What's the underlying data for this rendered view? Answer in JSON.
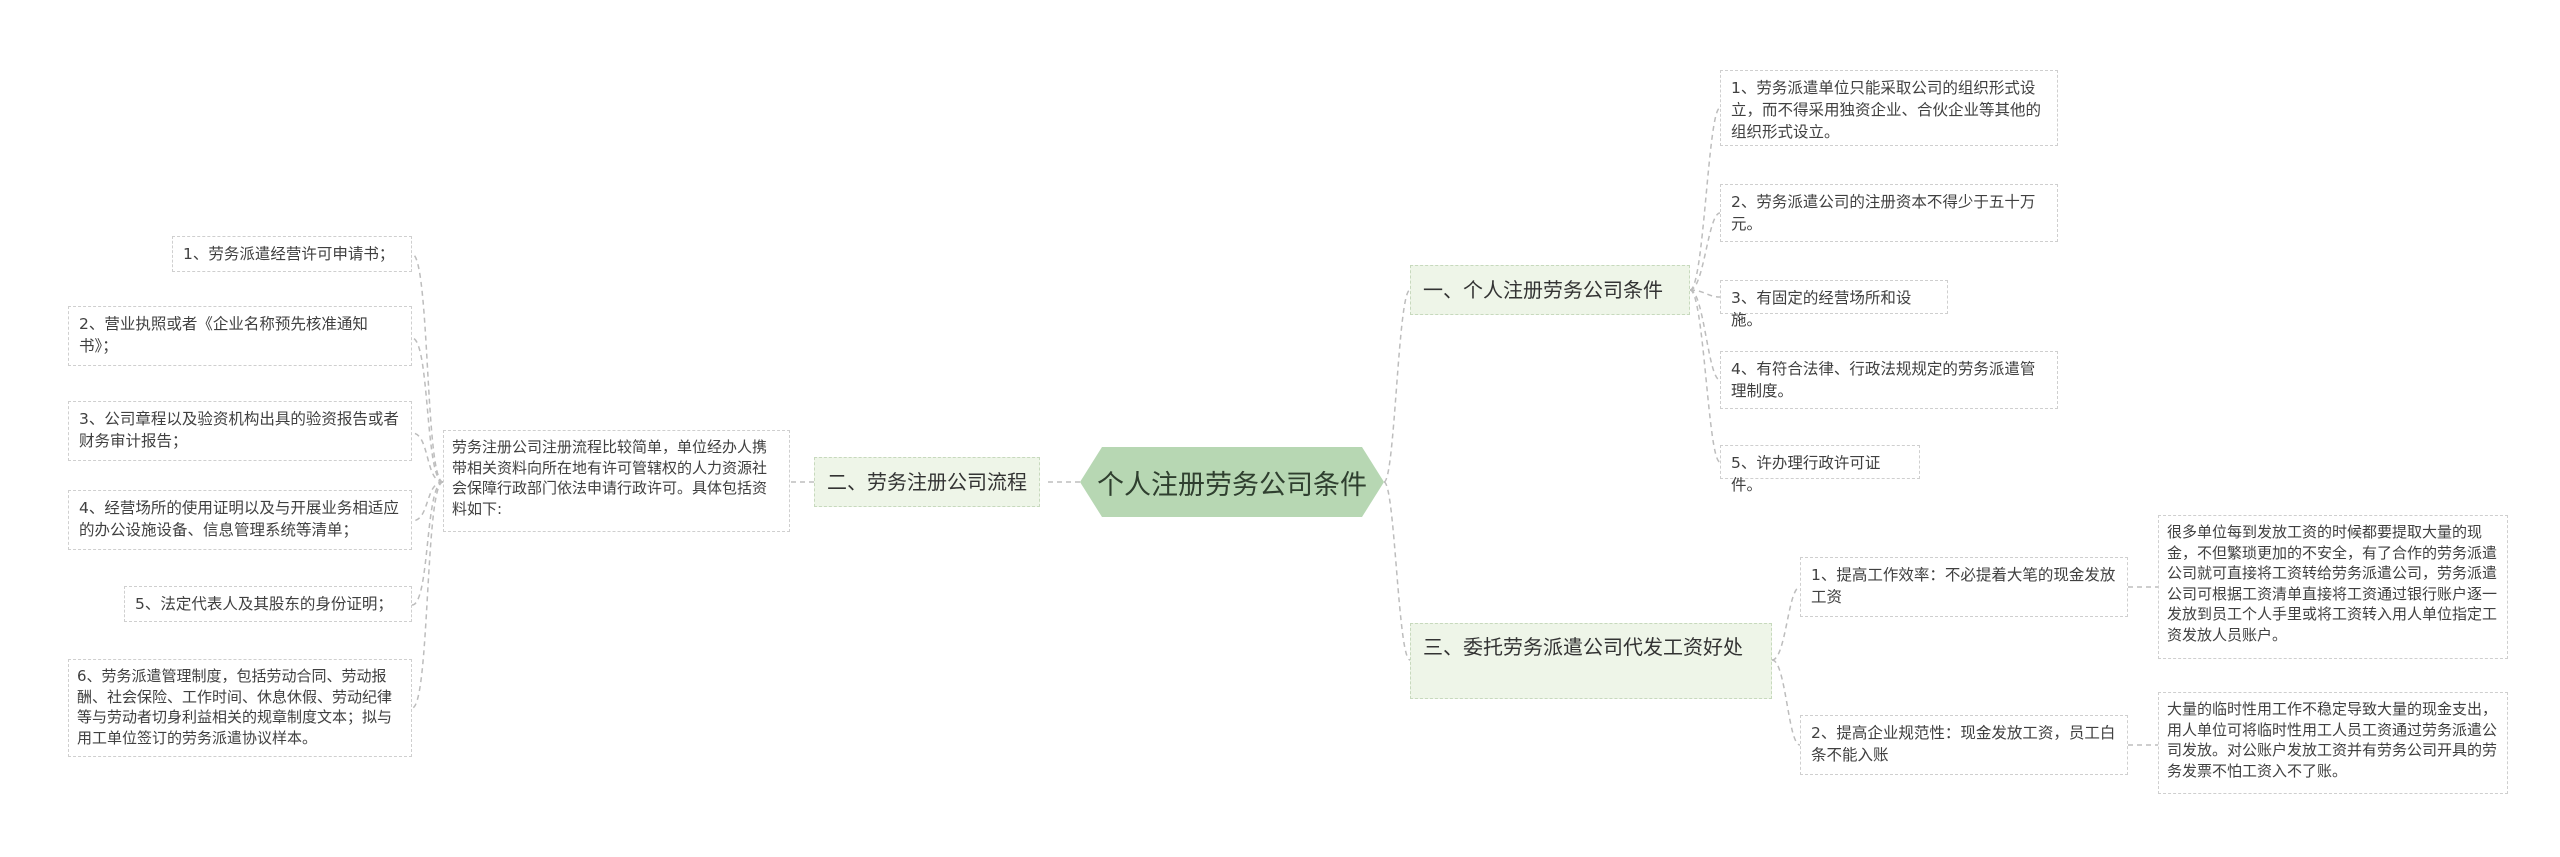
{
  "root": {
    "title": "个人注册劳务公司条件"
  },
  "branch1": {
    "label": "一、个人注册劳务公司条件",
    "items": [
      "1、劳务派遣单位只能采取公司的组织形式设立，而不得采用独资企业、合伙企业等其他的组织形式设立。",
      "2、劳务派遣公司的注册资本不得少于五十万元。",
      "3、有固定的经营场所和设施。",
      "4、有符合法律、行政法规规定的劳务派遣管理制度。",
      "5、许办理行政许可证件。"
    ]
  },
  "branch2": {
    "label": "二、劳务注册公司流程",
    "intro": "劳务注册公司注册流程比较简单，单位经办人携带相关资料向所在地有许可管辖权的人力资源社会保障行政部门依法申请行政许可。具体包括资料如下:",
    "items": [
      "1、劳务派遣经营许可申请书；",
      "2、营业执照或者《企业名称预先核准通知书》；",
      "3、公司章程以及验资机构出具的验资报告或者财务审计报告；",
      "4、经营场所的使用证明以及与开展业务相适应的办公设施设备、信息管理系统等清单；",
      "5、法定代表人及其股东的身份证明；",
      "6、劳务派遣管理制度，包括劳动合同、劳动报酬、社会保险、工作时间、休息休假、劳动纪律等与劳动者切身利益相关的规章制度文本；拟与用工单位签订的劳务派遣协议样本。"
    ]
  },
  "branch3": {
    "label": "三、委托劳务派遣公司代发工资好处",
    "items": [
      {
        "label": "1、提高工作效率：不必提着大笔的现金发放工资",
        "detail": "很多单位每到发放工资的时候都要提取大量的现金，不但繁琐更加的不安全，有了合作的劳务派遣公司就可直接将工资转给劳务派遣公司，劳务派遣公司可根据工资清单直接将工资通过银行账户逐一发放到员工个人手里或将工资转入用人单位指定工资发放人员账户。"
      },
      {
        "label": "2、提高企业规范性：现金发放工资，员工白条不能入账",
        "detail": "大量的临时性用工作不稳定导致大量的现金支出，用人单位可将临时性用工人员工资通过劳务派遣公司发放。对公账户发放工资并有劳务公司开具的劳务发票不怕工资入不了账。"
      }
    ]
  },
  "colors": {
    "root_fill": "#b7d7b3",
    "branch_fill": "#eef5e8",
    "link": "#b9b9b9"
  }
}
